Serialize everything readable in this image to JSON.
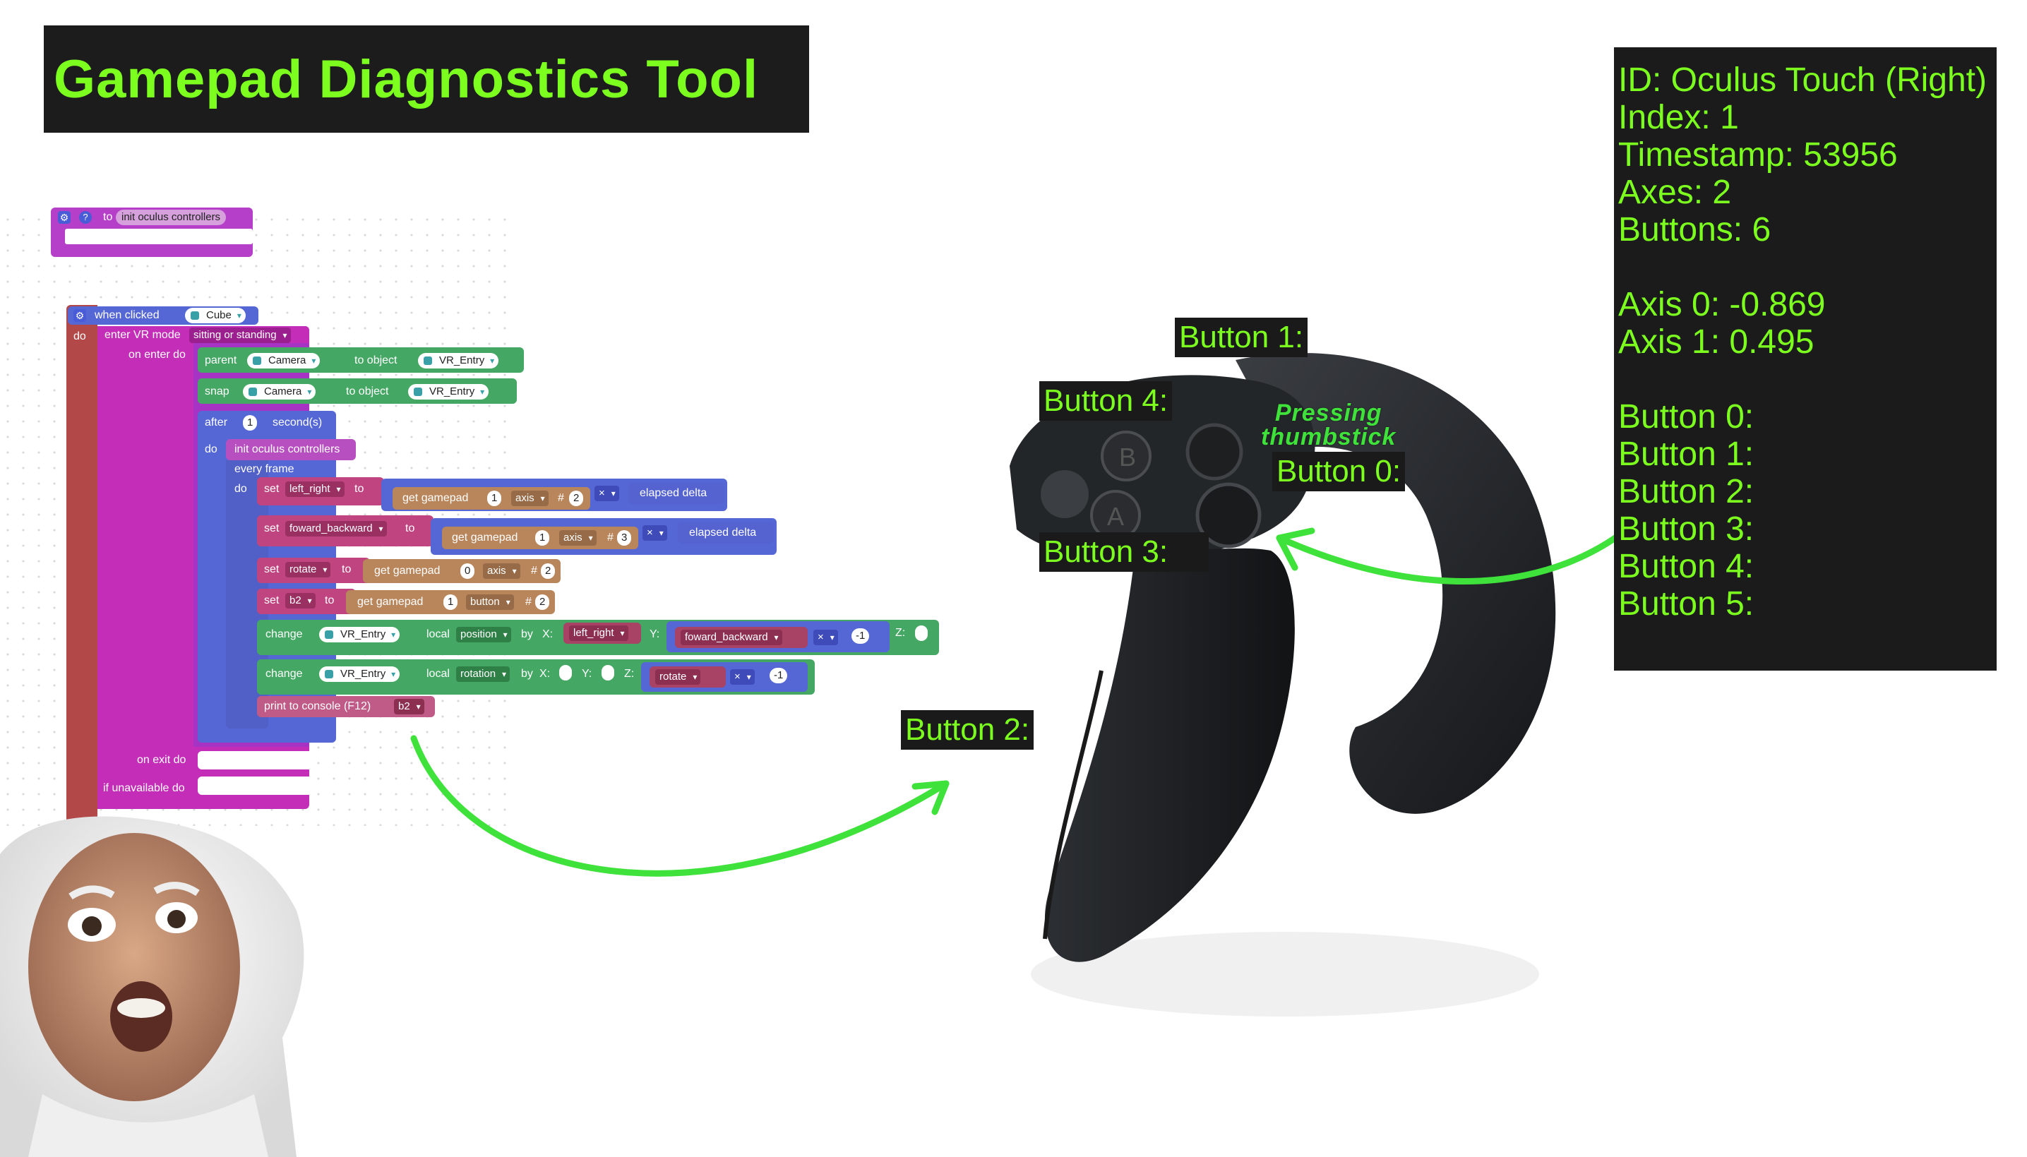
{
  "title": "Gamepad Diagnostics Tool",
  "info_panel": {
    "lines": [
      "ID: Oculus Touch (Right)",
      "Index: 1",
      "Timestamp: 53956",
      "Axes: 2",
      "Buttons: 6",
      "",
      "Axis 0: -0.869",
      "Axis 1: 0.495",
      "",
      "Button 0:",
      "Button 1:",
      "Button 2:",
      "Button 3:",
      "Button 4:",
      "Button 5:"
    ]
  },
  "controller_labels": {
    "button1": "Button 1:",
    "button4": "Button 4:",
    "button0": "Button 0:",
    "button3": "Button 3:",
    "button2": "Button 2:",
    "pressing_line1": "Pressing",
    "pressing_line2": "thumbstick"
  },
  "blocks": {
    "func_def": {
      "to": "to",
      "name": "init oculus controllers"
    },
    "when_clicked": {
      "label": "when clicked",
      "object": "Cube"
    },
    "do": "do",
    "enter_vr": {
      "label": "enter VR mode",
      "mode": "sitting or standing",
      "on_enter": "on enter do",
      "on_exit": "on exit do",
      "if_unavailable": "if unavailable do"
    },
    "parent": {
      "label": "parent",
      "obj": "Camera",
      "to_object": "to object",
      "target": "VR_Entry"
    },
    "snap": {
      "label": "snap",
      "obj": "Camera",
      "to_object": "to object",
      "target": "VR_Entry"
    },
    "after": {
      "label": "after",
      "value": "1",
      "unit": "second(s)",
      "do": "do"
    },
    "call_init": "init oculus controllers",
    "every_frame": {
      "label": "every frame",
      "do": "do"
    },
    "set_lr": {
      "set": "set",
      "var": "left_right",
      "to": "to",
      "get": "get gamepad",
      "idx": "1",
      "axis": "axis",
      "hash": "#",
      "n": "2",
      "op": "×",
      "delta": "elapsed delta"
    },
    "set_fb": {
      "set": "set",
      "var": "foward_backward",
      "to": "to",
      "get": "get gamepad",
      "idx": "1",
      "axis": "axis",
      "hash": "#",
      "n": "3",
      "op": "×",
      "delta": "elapsed delta"
    },
    "set_rot": {
      "set": "set",
      "var": "rotate",
      "to": "to",
      "get": "get gamepad",
      "idx": "0",
      "axis": "axis",
      "hash": "#",
      "n": "2"
    },
    "set_b2": {
      "set": "set",
      "var": "b2",
      "to": "to",
      "get": "get gamepad",
      "idx": "1",
      "button": "button",
      "hash": "#",
      "n": "2"
    },
    "change_pos": {
      "change": "change",
      "obj": "VR_Entry",
      "local": "local",
      "prop": "position",
      "by": "by",
      "x": "X:",
      "xv": "left_right",
      "y": "Y:",
      "yv": "foward_backward",
      "op": "×",
      "mult": "-1",
      "z": "Z:"
    },
    "change_rot": {
      "change": "change",
      "obj": "VR_Entry",
      "local": "local",
      "prop": "rotation",
      "by": "by",
      "x": "X:",
      "y": "Y:",
      "z": "Z:",
      "zv": "rotate",
      "op": "×",
      "mult": "-1"
    },
    "print": {
      "label": "print to console (F12)",
      "var": "b2"
    }
  },
  "colors": {
    "accent_green": "#7cff1f",
    "arrow_green": "#3fe23a",
    "panel_bg": "#1b1b1b"
  }
}
